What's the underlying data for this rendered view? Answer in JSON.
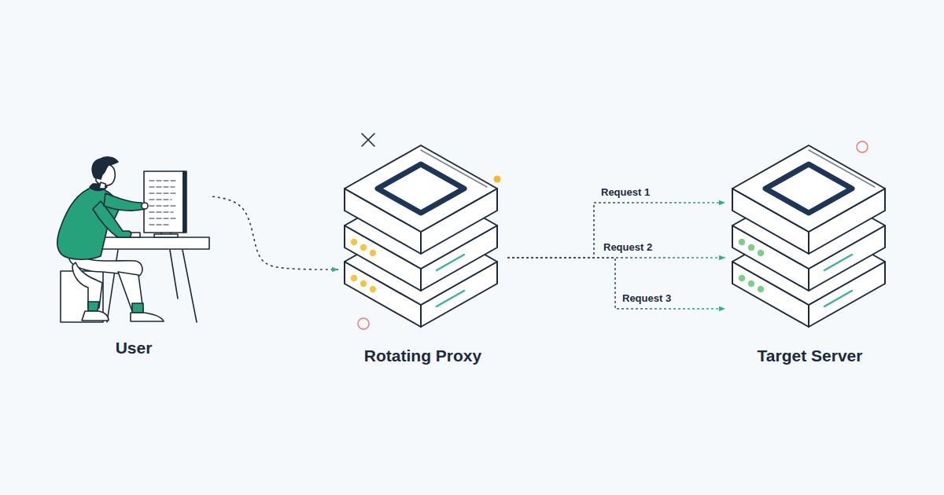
{
  "diagram": {
    "nodes": [
      {
        "text": [
          "User"
        ]
      },
      {
        "text": [
          "Rotating Proxy"
        ]
      },
      {
        "text": [
          "Target Server"
        ]
      }
    ],
    "edges": [
      {
        "from": 0,
        "to": 1,
        "arrow": "to"
      },
      {
        "from": 1,
        "to": 2,
        "label": "Request 1",
        "arrow": "to"
      },
      {
        "from": 1,
        "to": 2,
        "label": "Request 2",
        "arrow": "to"
      },
      {
        "from": 1,
        "to": 2,
        "label": "Request 3",
        "arrow": "to"
      }
    ]
  }
}
